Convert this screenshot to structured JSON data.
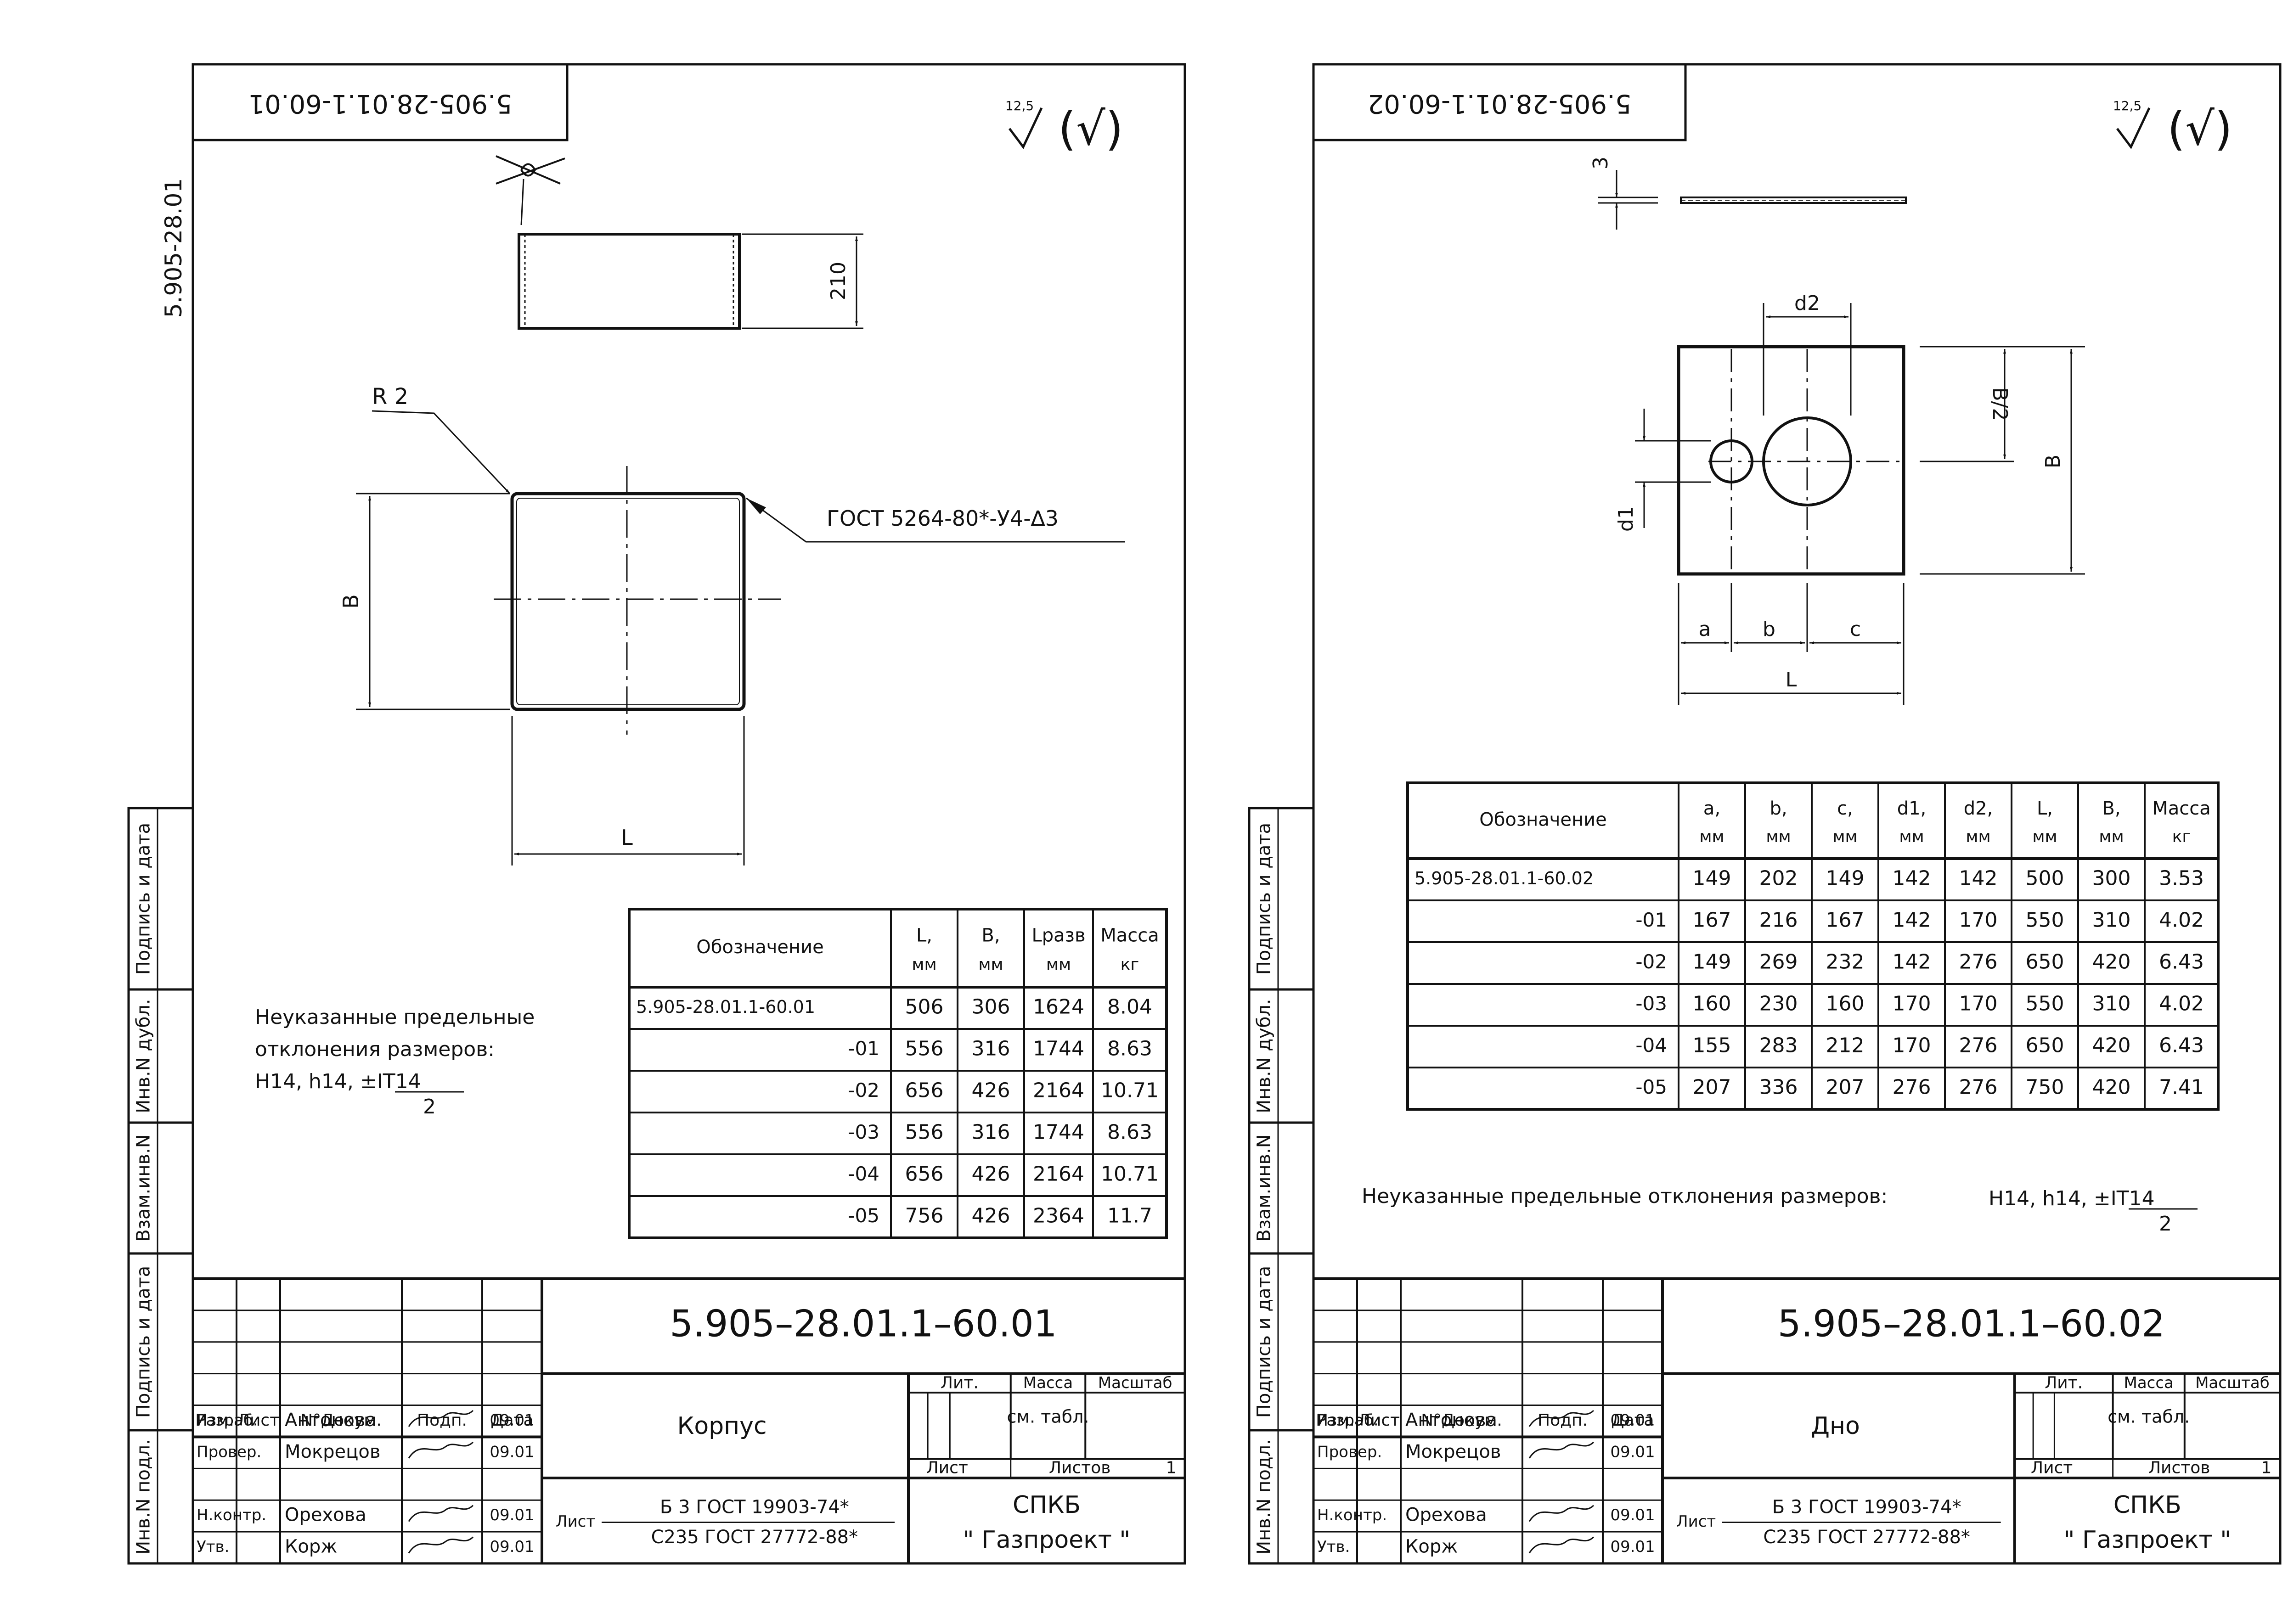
{
  "series_code": "5.905-28.01",
  "sheet1": {
    "code_flipped": "5.905-28.01.1-60.01",
    "roughness_value": "12,5",
    "roughness_suffix": "(√)",
    "dim_height": "210",
    "dim_radius": "R 2",
    "dim_b": "B",
    "dim_l": "L",
    "weld_callout": "ГОСТ 5264-80*-У4-∆3",
    "note_lines": [
      "Неуказанные предельные",
      "отклонения размеров:",
      "H14, h14, ±IT14"
    ],
    "note_denominator": "2",
    "table": {
      "headers": [
        [
          "Обозначение"
        ],
        [
          "L,",
          "мм"
        ],
        [
          "B,",
          "мм"
        ],
        [
          "Lразв",
          "мм"
        ],
        [
          "Масса",
          "кг"
        ]
      ],
      "rows": [
        [
          "5.905-28.01.1-60.01",
          "506",
          "306",
          "1624",
          "8.04"
        ],
        [
          "-01",
          "556",
          "316",
          "1744",
          "8.63"
        ],
        [
          "-02",
          "656",
          "426",
          "2164",
          "10.71"
        ],
        [
          "-03",
          "556",
          "316",
          "1744",
          "8.63"
        ],
        [
          "-04",
          "656",
          "426",
          "2164",
          "10.71"
        ],
        [
          "-05",
          "756",
          "426",
          "2364",
          "11.7"
        ]
      ]
    },
    "title_block": {
      "code": "5.905–28.01.1–60.01",
      "name": "Корпус",
      "headers": [
        "Изм.",
        "Лист",
        "N°Докум.",
        "Подп.",
        "Дата"
      ],
      "roles": [
        "Разраб.",
        "Провер.",
        "Н.контр.",
        "Утв."
      ],
      "persons": [
        "Антонова",
        "Мокрецов",
        "Орехова",
        "Корж"
      ],
      "dates": [
        "09.01",
        "09.01",
        "09.01",
        "09.01"
      ],
      "lit": "Лит.",
      "massa": "Масса",
      "masshtab": "Масштаб",
      "mass_value": "см. табл.",
      "sheet_label": "Лист",
      "sheets_label": "Листов",
      "sheets_count": "1",
      "material_prefix": "Лист",
      "material_line1": "Б 3 ГОСТ 19903-74*",
      "material_line2": "С235 ГОСТ 27772-88*",
      "org_line1": "СПКБ",
      "org_line2": "\" Газпроект \""
    }
  },
  "sheet2": {
    "code_flipped": "5.905-28.01.1-60.02",
    "roughness_value": "12,5",
    "roughness_suffix": "(√)",
    "dim_thickness": "3",
    "dim_d2": "d2",
    "dim_d1": "d1",
    "dim_b_half": "B/2",
    "dim_b": "B",
    "dim_a": "a",
    "dim_b_small": "b",
    "dim_c": "c",
    "dim_l": "L",
    "note_line": "Неуказанные предельные отклонения размеров:",
    "note_tol": "H14, h14, ±IT14",
    "note_denominator": "2",
    "table": {
      "headers": [
        [
          "Обозначение"
        ],
        [
          "a,",
          "мм"
        ],
        [
          "b,",
          "мм"
        ],
        [
          "c,",
          "мм"
        ],
        [
          "d1,",
          "мм"
        ],
        [
          "d2,",
          "мм"
        ],
        [
          "L,",
          "мм"
        ],
        [
          "B,",
          "мм"
        ],
        [
          "Масса",
          "кг"
        ]
      ],
      "rows": [
        [
          "5.905-28.01.1-60.02",
          "149",
          "202",
          "149",
          "142",
          "142",
          "500",
          "300",
          "3.53"
        ],
        [
          "-01",
          "167",
          "216",
          "167",
          "142",
          "170",
          "550",
          "310",
          "4.02"
        ],
        [
          "-02",
          "149",
          "269",
          "232",
          "142",
          "276",
          "650",
          "420",
          "6.43"
        ],
        [
          "-03",
          "160",
          "230",
          "160",
          "170",
          "170",
          "550",
          "310",
          "4.02"
        ],
        [
          "-04",
          "155",
          "283",
          "212",
          "170",
          "276",
          "650",
          "420",
          "6.43"
        ],
        [
          "-05",
          "207",
          "336",
          "207",
          "276",
          "276",
          "750",
          "420",
          "7.41"
        ]
      ]
    },
    "title_block": {
      "code": "5.905–28.01.1–60.02",
      "name": "Дно",
      "headers": [
        "Изм.",
        "Лист",
        "N°Докум.",
        "Подп.",
        "Дата"
      ],
      "roles": [
        "Разраб.",
        "Провер.",
        "Н.контр.",
        "Утв."
      ],
      "persons": [
        "Антонова",
        "Мокрецов",
        "Орехова",
        "Корж"
      ],
      "dates": [
        "09.01",
        "09.01",
        "09.01",
        "09.01"
      ],
      "lit": "Лит.",
      "massa": "Масса",
      "masshtab": "Масштаб",
      "mass_value": "см. табл.",
      "sheet_label": "Лист",
      "sheets_label": "Листов",
      "sheets_count": "1",
      "material_prefix": "Лист",
      "material_line1": "Б 3 ГОСТ 19903-74*",
      "material_line2": "С235 ГОСТ 27772-88*",
      "org_line1": "СПКБ",
      "org_line2": "\" Газпроект \""
    }
  },
  "side_labels": [
    "Инв.N подл.",
    "Подпись и дата",
    "Взам.инв.N",
    "Инв.N дубл.",
    "Подпись и дата"
  ]
}
